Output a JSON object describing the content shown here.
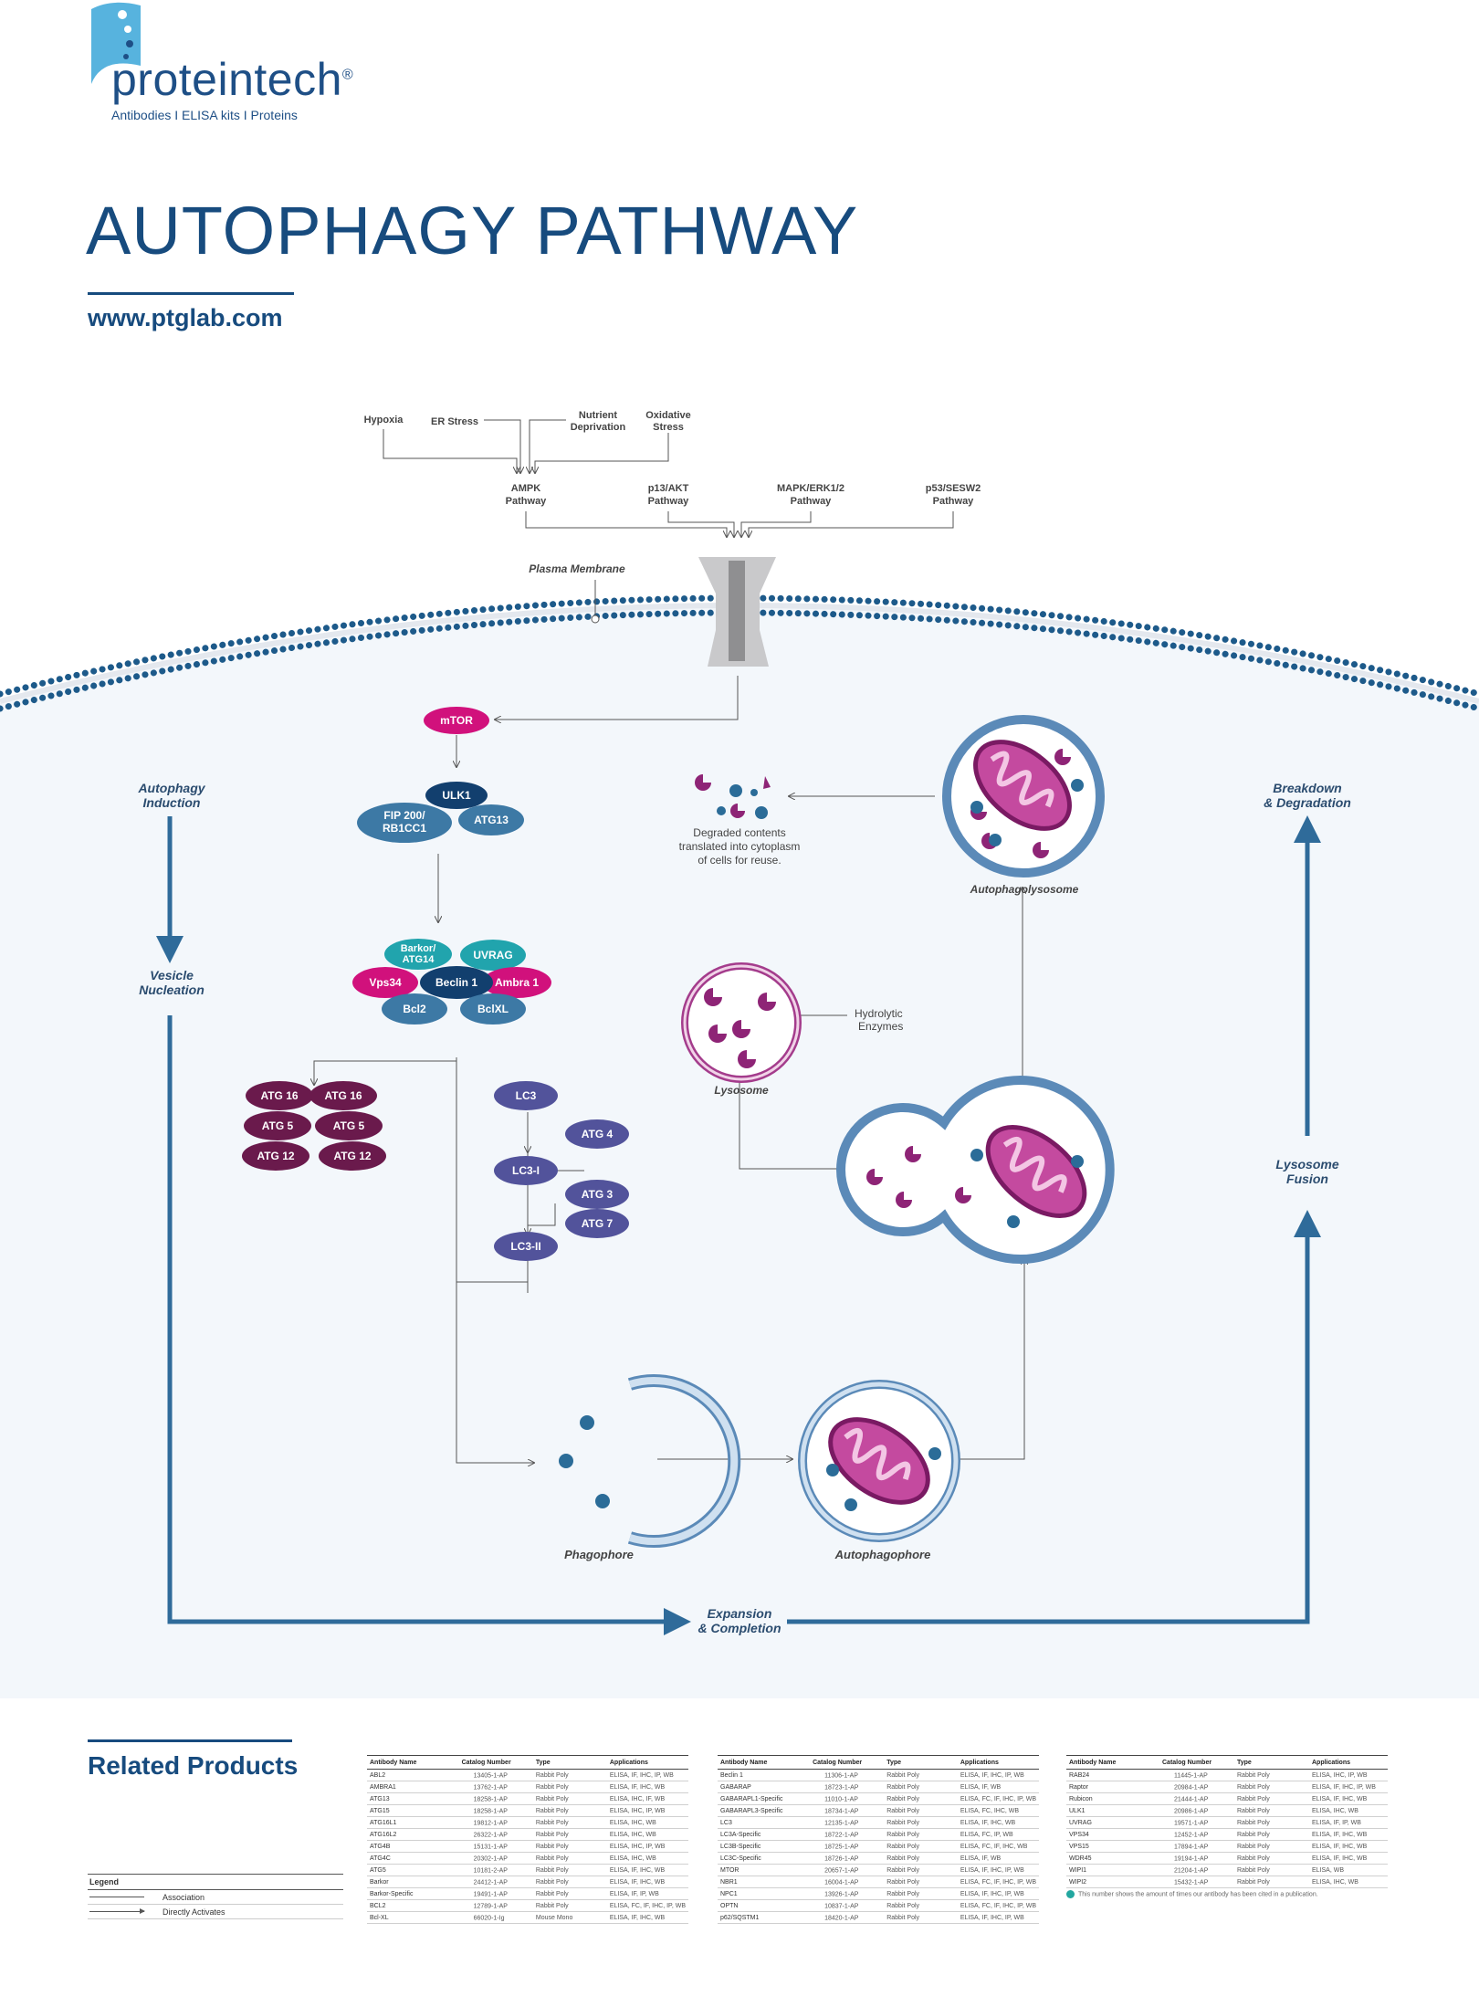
{
  "header": {
    "logo_text": "proteintech",
    "logo_mark": "®",
    "tagline": "Antibodies  I  ELISA kits  I  Proteins",
    "title": "AUTOPHAGY PATHWAY",
    "url": "www.ptglab.com"
  },
  "colors": {
    "navy": "#174b7e",
    "magenta": "#d1117c",
    "teal_blue": "#3d79a5",
    "dark_blue": "#123f6e",
    "cyan": "#21a4ad",
    "plum": "#6a1a4c",
    "violet": "#52539b",
    "purple": "#8e2476",
    "cell_bg": "#f3f7fb"
  },
  "diagram": {
    "stressors": [
      "Hypoxia",
      "ER Stress",
      "Nutrient Deprivation",
      "Oxidative Stress"
    ],
    "pathways": [
      "AMPK Pathway",
      "p13/AKT Pathway",
      "MAPK/ERK1/2 Pathway",
      "p53/SESW2 Pathway"
    ],
    "plasma_membrane": "Plasma Membrane",
    "nodes": {
      "mtor": "mTOR",
      "ulk1": "ULK1",
      "fip200": "FIP 200/ RB1CC1",
      "atg13": "ATG13",
      "barkor": "Barkor/ ATG14",
      "uvrag": "UVRAG",
      "vps34": "Vps34",
      "beclin1": "Beclin 1",
      "ambra1": "Ambra 1",
      "bcl2": "Bcl2",
      "bclxl": "BclXL",
      "atg16": "ATG 16",
      "atg5": "ATG 5",
      "atg12": "ATG 12",
      "lc3": "LC3",
      "atg4": "ATG 4",
      "lc3i": "LC3-I",
      "atg3": "ATG 3",
      "atg7": "ATG 7",
      "lc3ii": "LC3-II"
    },
    "stage_labels": {
      "induction": "Autophagy Induction",
      "nucleation": "Vesicle Nucleation",
      "expansion": "Expansion & Completion",
      "fusion": "Lysosome Fusion",
      "breakdown": "Breakdown & Degradation"
    },
    "organelle_labels": {
      "phagophore": "Phagophore",
      "autophagophore": "Autophagophore",
      "lysosome": "Lysosome",
      "hydrolytic": "Hydrolytic Enzymes",
      "autophagolysosome": "Autophagolysosome",
      "degraded": "Degraded contents translated into cytoplasm of cells for reuse."
    }
  },
  "related": {
    "title": "Related Products",
    "legend": {
      "title": "Legend",
      "association": "Association",
      "activates": "Directly Activates"
    },
    "columns": [
      "Antibody Name",
      "Catalog Number",
      "Type",
      "Applications"
    ],
    "tables": [
      [
        [
          "ABL2",
          "",
          "13405-1-AP",
          "Rabbit Poly",
          "ELISA, IF, IHC, IP, WB"
        ],
        [
          "AMBRA1",
          "",
          "13762-1-AP",
          "Rabbit Poly",
          "ELISA, IF, IHC, WB"
        ],
        [
          "ATG13",
          "",
          "18258-1-AP",
          "Rabbit Poly",
          "ELISA, IHC, IF, WB"
        ],
        [
          "ATG15",
          "",
          "18258-1-AP",
          "Rabbit Poly",
          "ELISA, IHC, IP, WB"
        ],
        [
          "ATG16L1",
          "",
          "19812-1-AP",
          "Rabbit Poly",
          "ELISA, IHC, WB"
        ],
        [
          "ATG16L2",
          "",
          "26322-1-AP",
          "Rabbit Poly",
          "ELISA, IHC, WB"
        ],
        [
          "ATG4B",
          "",
          "15131-1-AP",
          "Rabbit Poly",
          "ELISA, IHC, IP, WB"
        ],
        [
          "ATG4C",
          "",
          "20302-1-AP",
          "Rabbit Poly",
          "ELISA, IHC, WB"
        ],
        [
          "ATG5",
          "",
          "10181-2-AP",
          "Rabbit Poly",
          "ELISA, IF, IHC, WB"
        ],
        [
          "Barkor",
          "",
          "24412-1-AP",
          "Rabbit Poly",
          "ELISA, IF, IHC, WB"
        ],
        [
          "Barkor-Specific",
          "",
          "19491-1-AP",
          "Rabbit Poly",
          "ELISA, IF, IP, WB"
        ],
        [
          "BCL2",
          "",
          "12789-1-AP",
          "Rabbit Poly",
          "ELISA, FC, IF, IHC, IP, WB"
        ],
        [
          "Bcl-XL",
          "",
          "66020-1-Ig",
          "Mouse Mono",
          "ELISA, IF, IHC, WB"
        ]
      ],
      [
        [
          "Beclin 1",
          "",
          "11306-1-AP",
          "Rabbit Poly",
          "ELISA, IF, IHC, IP, WB"
        ],
        [
          "GABARAP",
          "",
          "18723-1-AP",
          "Rabbit Poly",
          "ELISA, IF, WB"
        ],
        [
          "GABARAPL1-Specific",
          "",
          "11010-1-AP",
          "Rabbit Poly",
          "ELISA, FC, IF, IHC, IP, WB"
        ],
        [
          "GABARAPL3-Specific",
          "",
          "18734-1-AP",
          "Rabbit Poly",
          "ELISA, FC, IHC, WB"
        ],
        [
          "LC3",
          "",
          "12135-1-AP",
          "Rabbit Poly",
          "ELISA, IF, IHC, WB"
        ],
        [
          "LC3A-Specific",
          "",
          "18722-1-AP",
          "Rabbit Poly",
          "ELISA, FC, IP, WB"
        ],
        [
          "LC3B-Specific",
          "",
          "18725-1-AP",
          "Rabbit Poly",
          "ELISA, FC, IF, IHC, WB"
        ],
        [
          "LC3C-Specific",
          "",
          "18726-1-AP",
          "Rabbit Poly",
          "ELISA, IF, WB"
        ],
        [
          "MTOR",
          "",
          "20657-1-AP",
          "Rabbit Poly",
          "ELISA, IF, IHC, IP, WB"
        ],
        [
          "NBR1",
          "",
          "16004-1-AP",
          "Rabbit Poly",
          "ELISA, FC, IF, IHC, IP, WB"
        ],
        [
          "NPC1",
          "",
          "13926-1-AP",
          "Rabbit Poly",
          "ELISA, IF, IHC, IP, WB"
        ],
        [
          "OPTN",
          "",
          "10837-1-AP",
          "Rabbit Poly",
          "ELISA, FC, IF, IHC, IP, WB"
        ],
        [
          "p62/SQSTM1",
          "",
          "18420-1-AP",
          "Rabbit Poly",
          "ELISA, IF, IHC, IP, WB"
        ]
      ],
      [
        [
          "RAB24",
          "",
          "11445-1-AP",
          "Rabbit Poly",
          "ELISA, IHC, IP, WB"
        ],
        [
          "Raptor",
          "",
          "20984-1-AP",
          "Rabbit Poly",
          "ELISA, IF, IHC, IP, WB"
        ],
        [
          "Rubicon",
          "",
          "21444-1-AP",
          "Rabbit Poly",
          "ELISA, IF, IHC, WB"
        ],
        [
          "ULK1",
          "",
          "20986-1-AP",
          "Rabbit Poly",
          "ELISA, IHC, WB"
        ],
        [
          "UVRAG",
          "",
          "19571-1-AP",
          "Rabbit Poly",
          "ELISA, IF, IP, WB"
        ],
        [
          "VPS34",
          "",
          "12452-1-AP",
          "Rabbit Poly",
          "ELISA, IF, IHC, WB"
        ],
        [
          "VPS15",
          "",
          "17894-1-AP",
          "Rabbit Poly",
          "ELISA, IF, IHC, WB"
        ],
        [
          "WDR45",
          "",
          "19194-1-AP",
          "Rabbit Poly",
          "ELISA, IF, IHC, WB"
        ],
        [
          "WIPI1",
          "",
          "21204-1-AP",
          "Rabbit Poly",
          "ELISA, WB"
        ],
        [
          "WIPI2",
          "",
          "15432-1-AP",
          "Rabbit Poly",
          "ELISA, IHC, WB"
        ]
      ]
    ],
    "footnote": "This number shows the amount of times our antibody has been cited in a publication."
  }
}
